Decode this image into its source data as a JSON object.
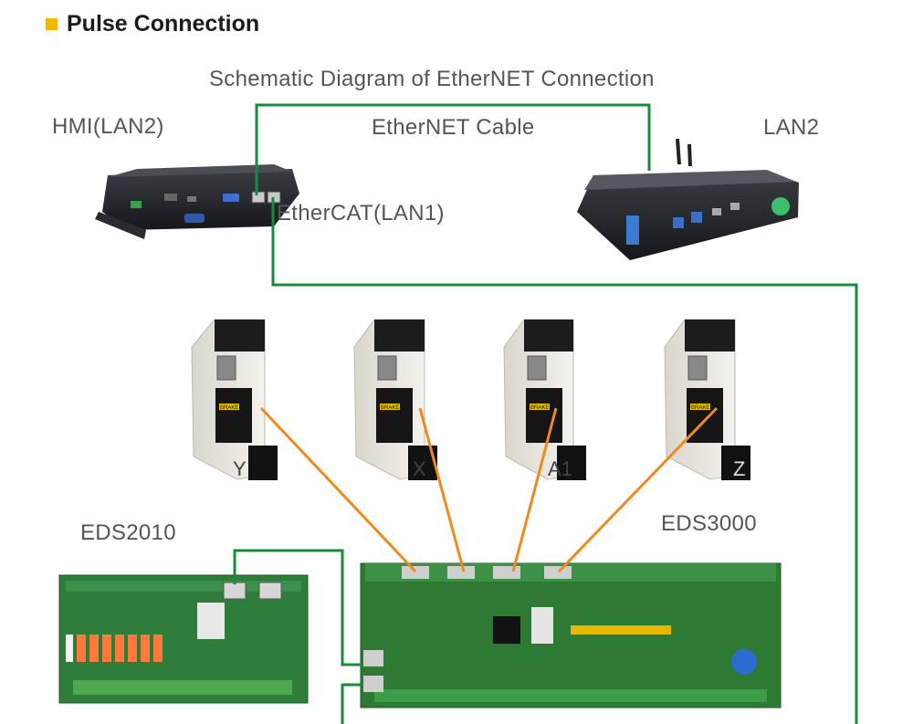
{
  "section": {
    "title": "Pulse Connection"
  },
  "diagram_title": "Schematic Diagram of EtherNET Connection",
  "labels": {
    "hmi": "HMI(LAN2)",
    "ethernet_cable": "EtherNET Cable",
    "lan2": "LAN2",
    "ethercat": "EtherCAT(LAN1)",
    "eds2010": "EDS2010",
    "eds3000": "EDS3000"
  },
  "drive_axes": [
    "Y",
    "X",
    "A1",
    "Z"
  ],
  "drive_badge": "BRAKE",
  "colors": {
    "ethernet_line": "#1a8a3e",
    "pulse_line": "#f08a1c",
    "bullet": "#f2b705"
  }
}
